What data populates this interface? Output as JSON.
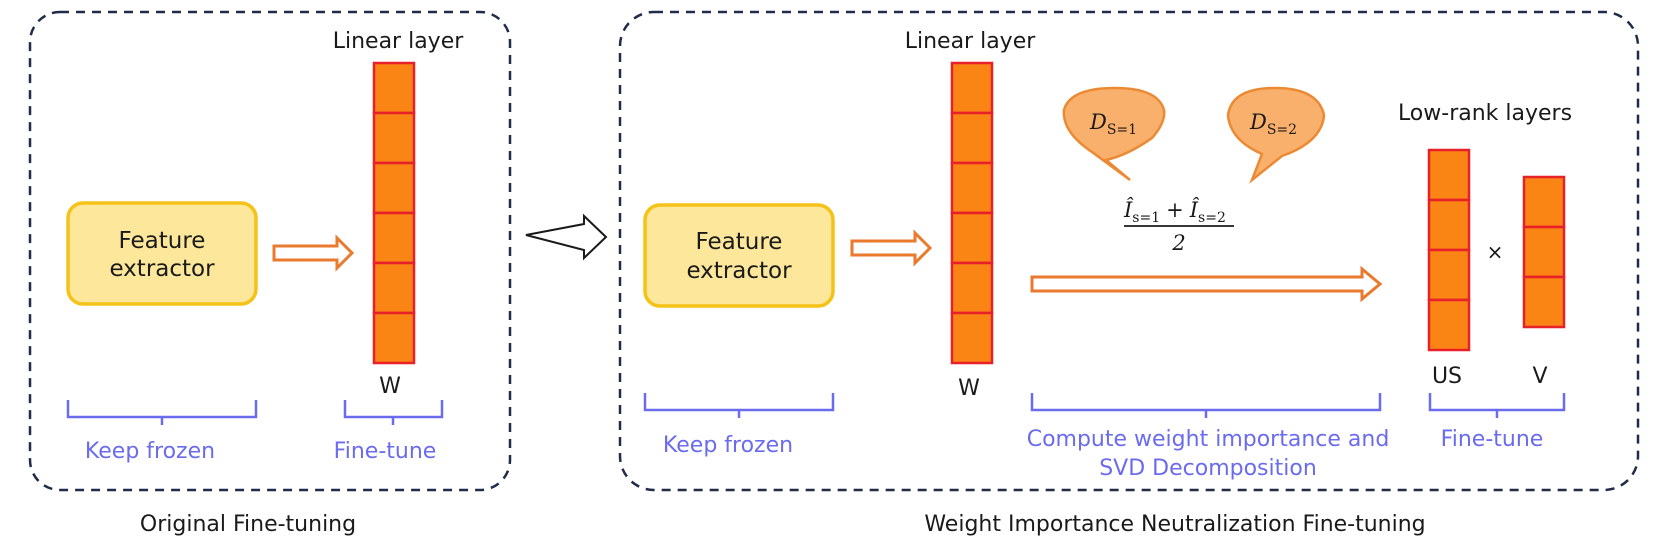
{
  "left_panel": {
    "caption": "Original Fine-tuning",
    "feature_extractor": {
      "line1": "Feature",
      "line2": "extractor"
    },
    "linear_layer_label": "Linear layer",
    "weight_label": "W",
    "keep_frozen": "Keep frozen",
    "fine_tune": "Fine-tune"
  },
  "right_panel": {
    "caption": "Weight Importance Neutralization Fine-tuning",
    "feature_extractor": {
      "line1": "Feature",
      "line2": "extractor"
    },
    "linear_layer_label": "Linear layer",
    "weight_label": "W",
    "keep_frozen": "Keep frozen",
    "bubble1": {
      "base": "D",
      "sub": "S=1"
    },
    "bubble2": {
      "base": "D",
      "sub": "S=2"
    },
    "formula": {
      "num_a": "Î",
      "sub_a": "s=1",
      "plus": "+",
      "num_b": "Î",
      "sub_b": "s=2",
      "den": "2"
    },
    "compute_line1": "Compute weight importance and",
    "compute_line2": "SVD Decomposition",
    "low_rank_label": "Low-rank layers",
    "times": "×",
    "us_label": "US",
    "v_label": "V",
    "fine_tune": "Fine-tune"
  },
  "colors": {
    "border": "#1f2d4a",
    "extractor_fill": "#fde79a",
    "extractor_stroke": "#f5c218",
    "cell_fill": "#fa8414",
    "cell_stroke": "#e8202a",
    "arrow": "#ea7a2e",
    "bubble_fill": "#f9b06c",
    "bubble_stroke": "#ec8a34",
    "brace": "#6b6bf0"
  }
}
